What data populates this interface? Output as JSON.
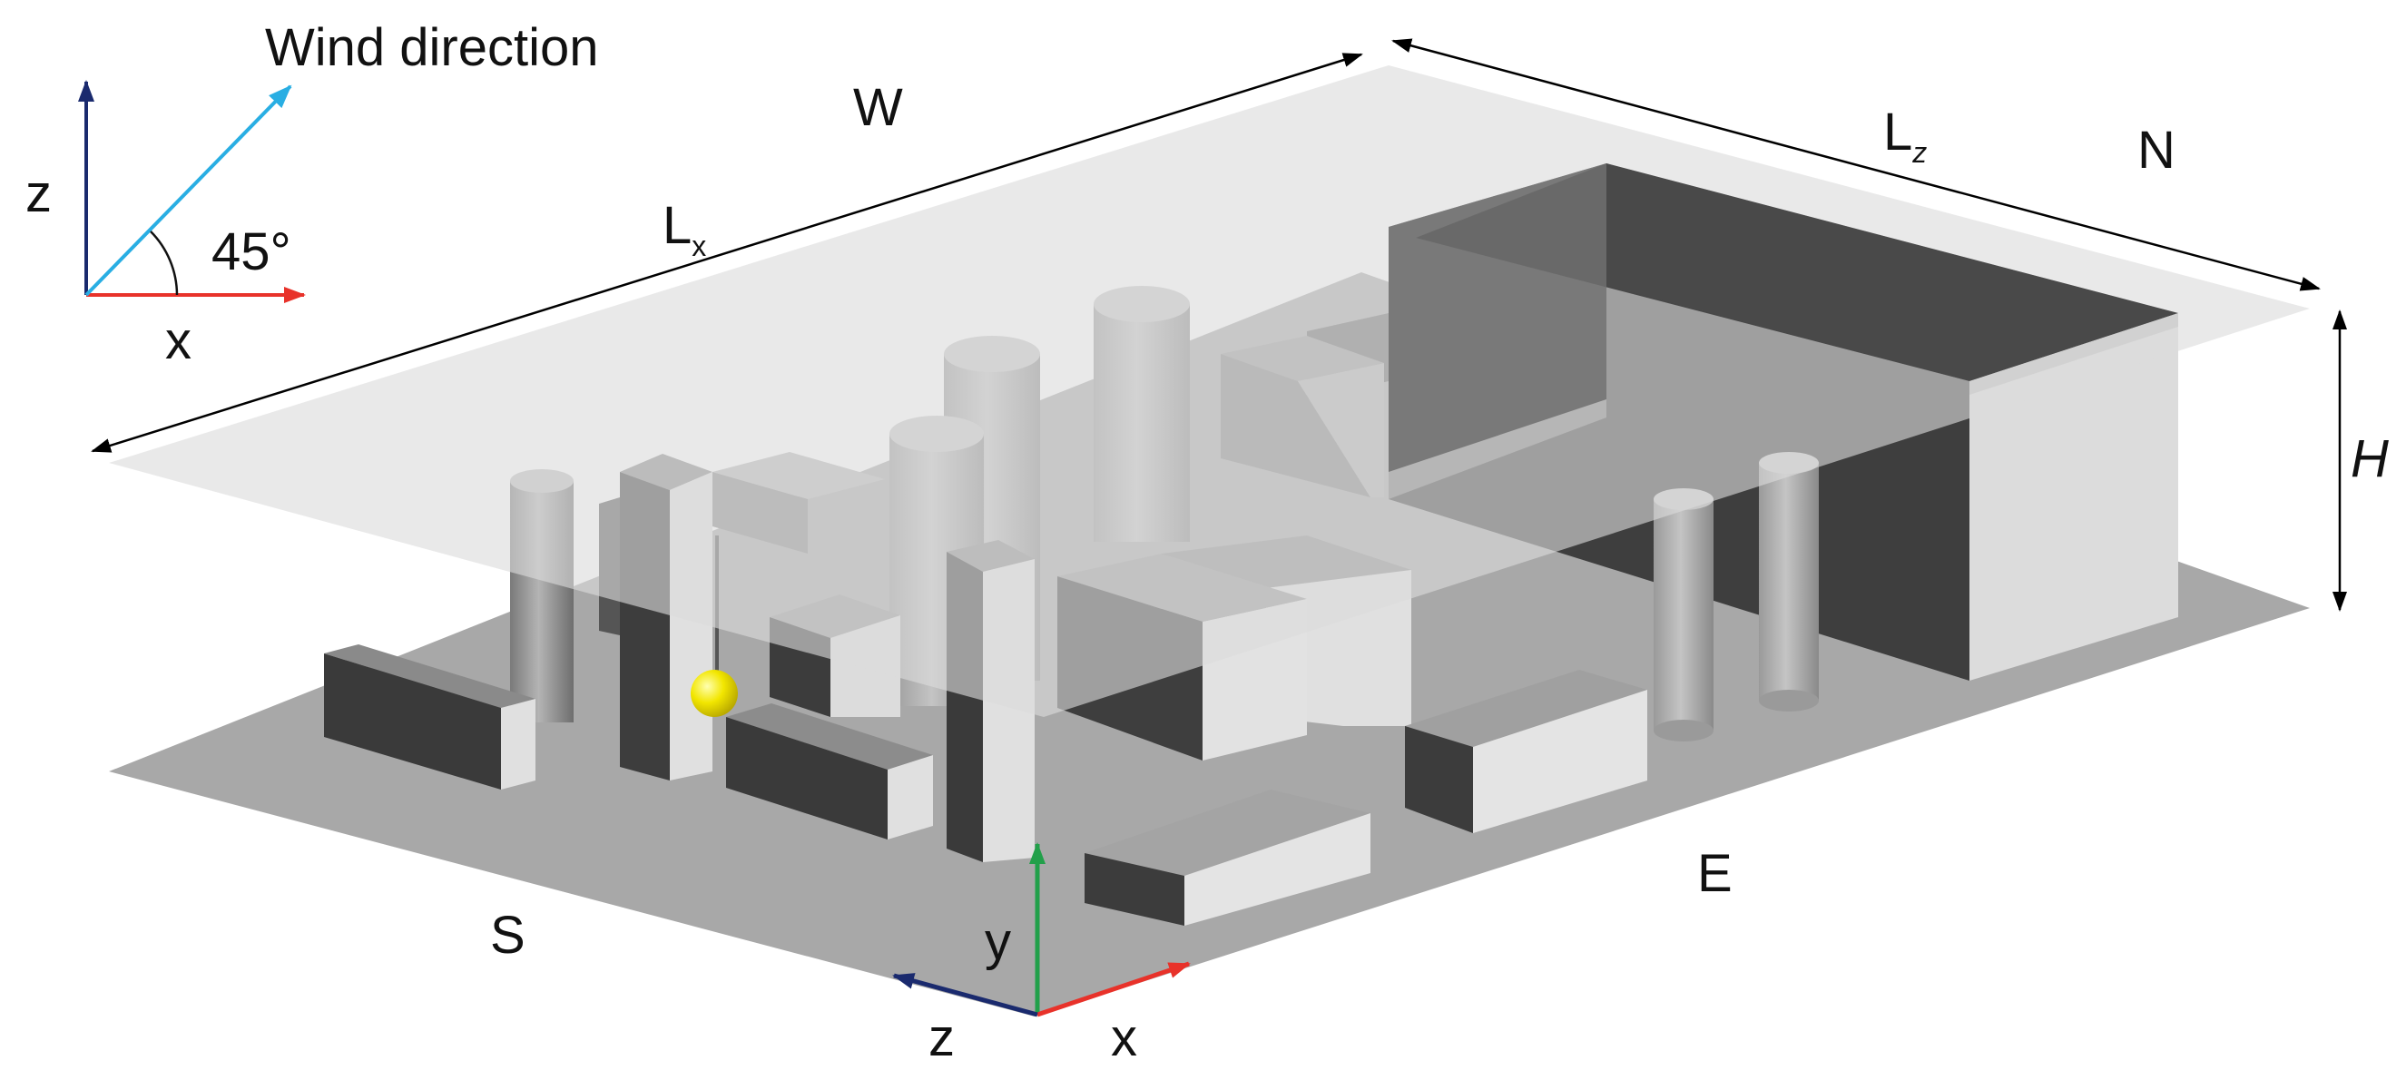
{
  "legend": {
    "wind_direction_label": "Wind direction",
    "angle_label": "45°",
    "axis_z": "z",
    "axis_x": "x"
  },
  "compass": {
    "west": "W",
    "north": "N",
    "south": "S",
    "east": "E"
  },
  "dimensions": {
    "length_x": "L",
    "length_x_sub": "x",
    "length_z": "L",
    "length_z_sub": "z",
    "height": "H"
  },
  "origin_axes": {
    "y": "y",
    "z": "z",
    "x": "x"
  },
  "colors": {
    "ground": "#a8a8a8",
    "top_plane": "#d6d6d6",
    "axis_red": "#e8322a",
    "axis_green": "#22a04a",
    "axis_navy": "#1a2a6e",
    "wind_arrow": "#29aee3",
    "probe": "#f2e600"
  }
}
